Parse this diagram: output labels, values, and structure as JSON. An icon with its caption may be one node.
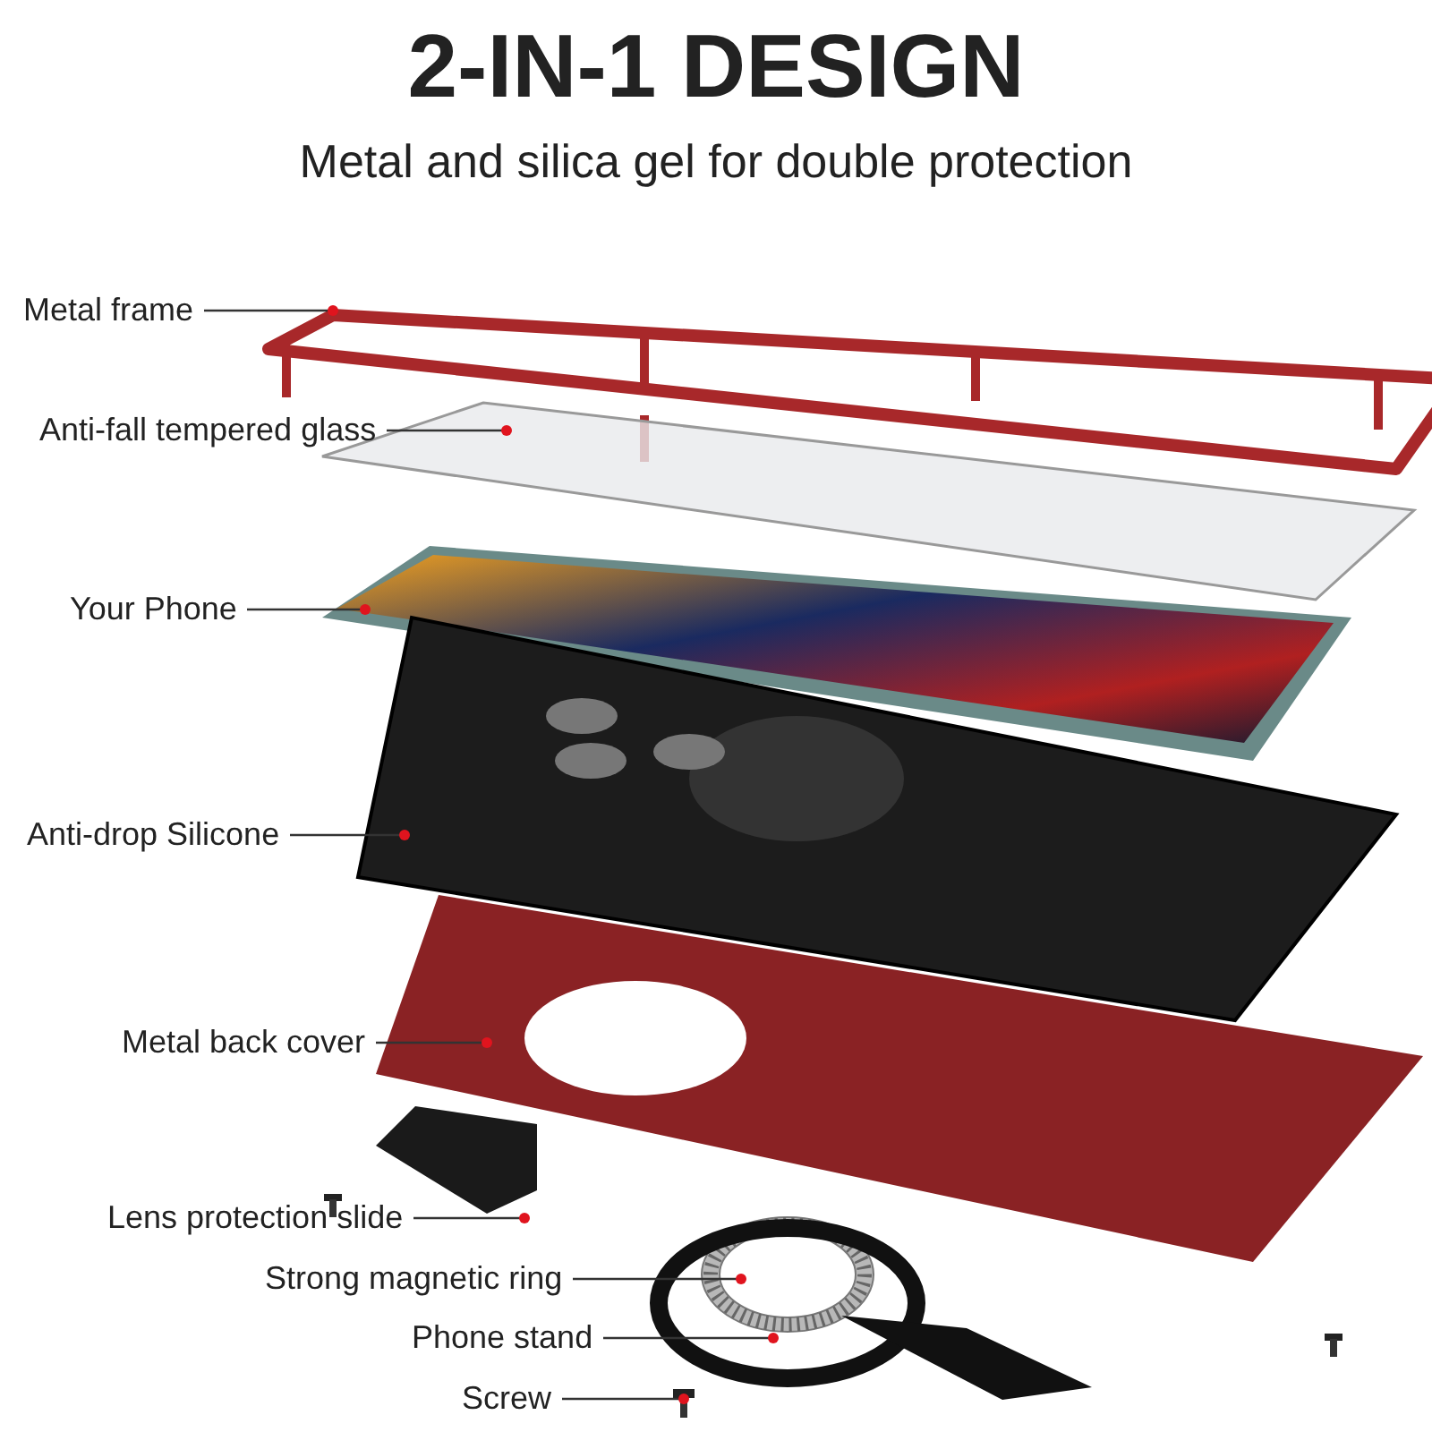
{
  "diagram": {
    "title": "2-IN-1 DESIGN",
    "nodes": [
      {
        "text": [
          "Metal frame"
        ]
      },
      {
        "text": [
          "Anti-fall tempered glass"
        ]
      },
      {
        "text": [
          "Your Phone"
        ]
      },
      {
        "text": [
          "Anti-drop Silicone"
        ]
      },
      {
        "text": [
          "Metal back cover"
        ]
      },
      {
        "text": [
          "Lens protection slide"
        ]
      },
      {
        "text": [
          "Strong magnetic ring"
        ]
      },
      {
        "text": [
          "Phone stand"
        ]
      },
      {
        "text": [
          "Screw"
        ]
      },
      {
        "text": [],
        "shape": "picture"
      },
      {
        "text": [],
        "shape": "picture"
      },
      {
        "text": [],
        "shape": "picture"
      },
      {
        "text": [],
        "shape": "picture"
      },
      {
        "text": [],
        "shape": "picture"
      },
      {
        "text": [],
        "shape": "picture"
      },
      {
        "text": [],
        "shape": "picture"
      },
      {
        "text": [],
        "shape": "picture"
      },
      {
        "text": [],
        "shape": "picture"
      }
    ],
    "edges": [
      {
        "from": 0,
        "to": 9,
        "arrow": "other"
      },
      {
        "from": 1,
        "to": 10,
        "arrow": "other"
      },
      {
        "from": 2,
        "to": 11,
        "arrow": "other"
      },
      {
        "from": 3,
        "to": 12,
        "arrow": "other"
      },
      {
        "from": 4,
        "to": 13,
        "arrow": "other"
      },
      {
        "from": 5,
        "to": 14,
        "arrow": "other"
      },
      {
        "from": 6,
        "to": 15,
        "arrow": "other"
      },
      {
        "from": 7,
        "to": 16,
        "arrow": "other"
      },
      {
        "from": 8,
        "to": 17,
        "arrow": "other"
      }
    ],
    "labels": [
      "Metal and silica gel for double protection"
    ]
  }
}
